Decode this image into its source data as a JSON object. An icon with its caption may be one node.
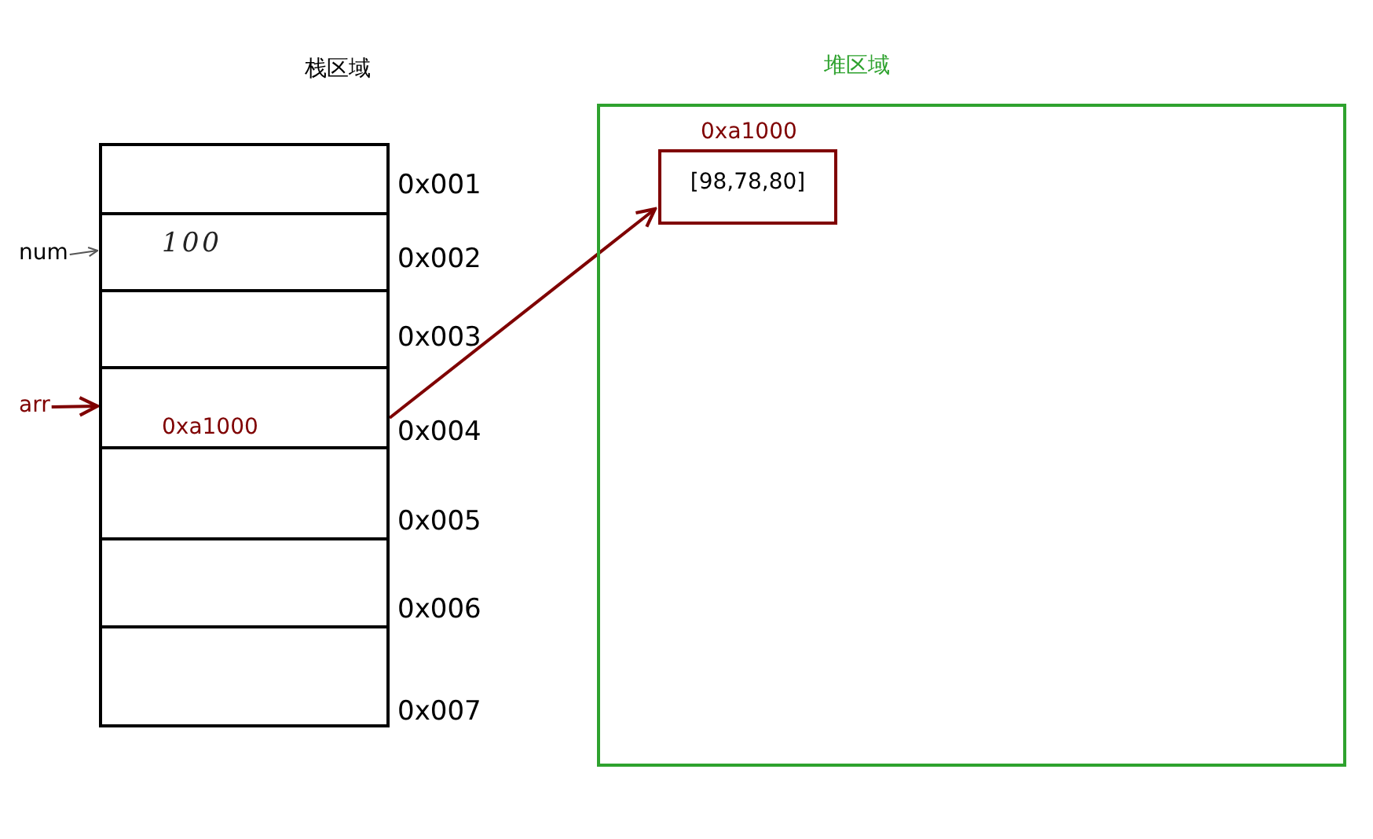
{
  "diagram": {
    "nodes": [
      {
        "text": [
          "栈区域"
        ]
      },
      {
        "text": [],
        "shape": "box",
        "in": 0,
        "beside": [
          "0x001"
        ]
      },
      {
        "text": [
          "100"
        ],
        "in": 0,
        "beside": [
          "0x002"
        ]
      },
      {
        "text": [],
        "shape": "box",
        "in": 0,
        "beside": [
          "0x003"
        ]
      },
      {
        "text": [
          "0xa1000"
        ],
        "in": 0,
        "beside": [
          "0x004"
        ]
      },
      {
        "text": [],
        "shape": "box",
        "in": 0,
        "beside": [
          "0x005"
        ]
      },
      {
        "text": [],
        "shape": "box",
        "in": 0,
        "beside": [
          "0x006"
        ]
      },
      {
        "text": [],
        "shape": "box",
        "in": 0,
        "beside": [
          "0x007"
        ]
      },
      {
        "text": [
          "堆区域"
        ]
      },
      {
        "text": [
          "0xa1000",
          "[98,78,80]"
        ],
        "in": 8
      },
      {
        "text": [
          "num"
        ]
      },
      {
        "text": [
          "arr"
        ]
      }
    ],
    "edges": [
      {
        "from": 10,
        "to": 2,
        "arrow": "to",
        "color": "#555555"
      },
      {
        "from": 11,
        "to": 4,
        "arrow": "to"
      },
      {
        "from": 4,
        "to": 9,
        "arrow": "to"
      }
    ]
  }
}
